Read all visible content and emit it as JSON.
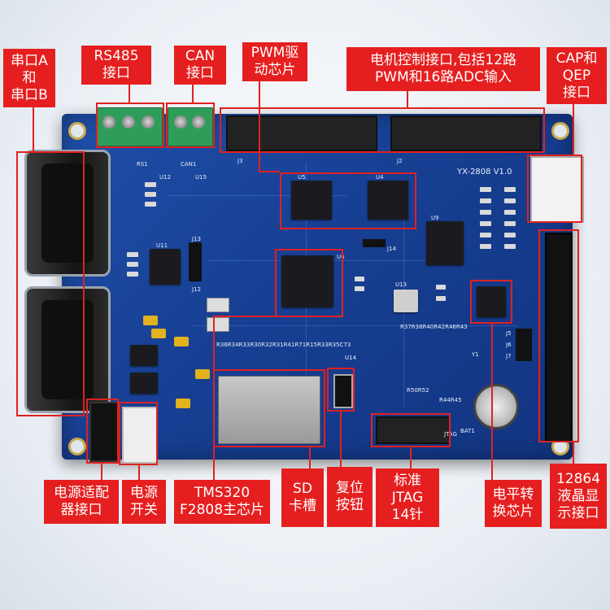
{
  "labels": {
    "serial": "串口A\n和\n串口B",
    "rs485": "RS485\n接口",
    "can": "CAN\n接口",
    "pwm_driver": "PWM驱\n动芯片",
    "motor": "电机控制接口,包括12路\nPWM和16路ADC输入",
    "capqep": "CAP和\nQEP\n接口",
    "power_adapter": "电源适配\n器接口",
    "power_switch": "电源\n开关",
    "main_chip": "TMS320\nF2808主芯片",
    "sd": "SD\n卡槽",
    "reset": "复位\n按钮",
    "jtag": "标准\nJTAG\n14针",
    "level_shift": "电平转\n换芯片",
    "lcd": "12864\n液晶显\n示接口"
  },
  "silkscreen": {
    "board_name": "YX-2808 V1.0",
    "j3": "J3",
    "j2": "J2",
    "j14": "J14",
    "j13": "J13",
    "j12": "J12",
    "jtag": "JTAG",
    "bat1": "BAT1",
    "u5": "U5",
    "u4": "U4",
    "u6": "U6",
    "u9": "U9",
    "u12": "U12",
    "u11": "U11",
    "u13": "U13",
    "u14": "U14",
    "u15": "U15",
    "rs1": "RS1",
    "can1": "CAN1",
    "j5": "J5",
    "j6": "J6",
    "j7": "J7",
    "y1": "Y1",
    "r50r52": "R50R52",
    "r44r45": "R44R45",
    "r37_r43": "R37R38R40R42R46R43",
    "r36_r73": "R36R34R33R30R32R31R41R71R15R33R35C73"
  }
}
